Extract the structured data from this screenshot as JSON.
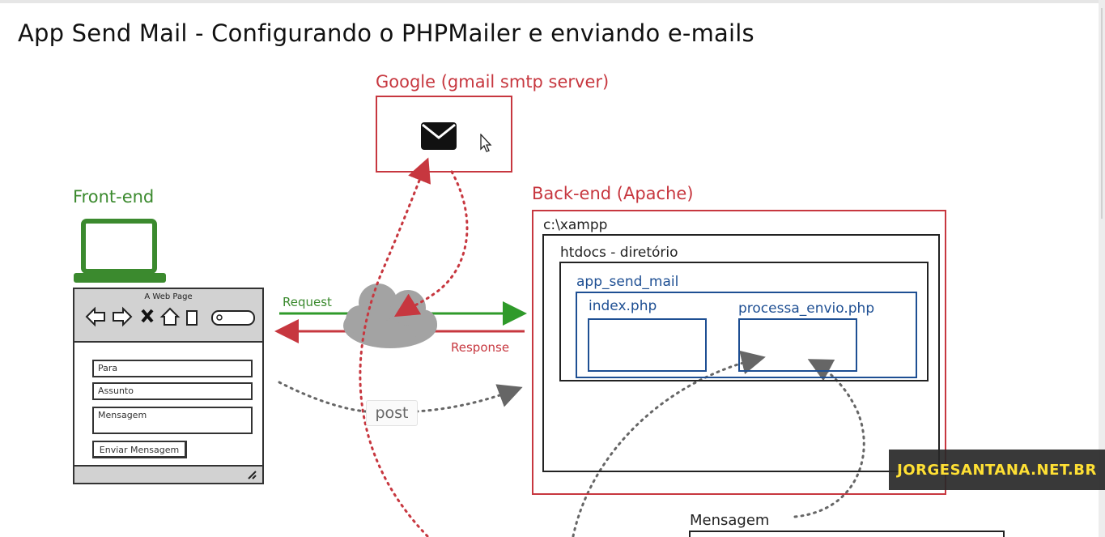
{
  "slide": {
    "title": "App Send Mail - Configurando o PHPMailer e enviando e-mails"
  },
  "google": {
    "label": "Google (gmail smtp server)"
  },
  "frontend": {
    "label": "Front-end",
    "browser": {
      "page_title": "A Web Page",
      "fields": {
        "para": "Para",
        "assunto": "Assunto",
        "mensagem": "Mensagem"
      },
      "submit_label": "Enviar Mensagem"
    }
  },
  "arrows": {
    "request": "Request",
    "response": "Response",
    "post": "post"
  },
  "backend": {
    "label": "Back-end (Apache)",
    "xampp": "c:\\xampp",
    "htdocs": "htdocs - diretório",
    "app": "app_send_mail",
    "file_index": "index.php",
    "file_processa": "processa_envio.php"
  },
  "bottom": {
    "mensagem": "Mensagem"
  },
  "watermark": "JORGESANTANA.NET.BR",
  "colors": {
    "red": "#c7373f",
    "green": "#3b8a2e",
    "blue": "#1e4f93",
    "cloud": "#a3a3a3"
  }
}
